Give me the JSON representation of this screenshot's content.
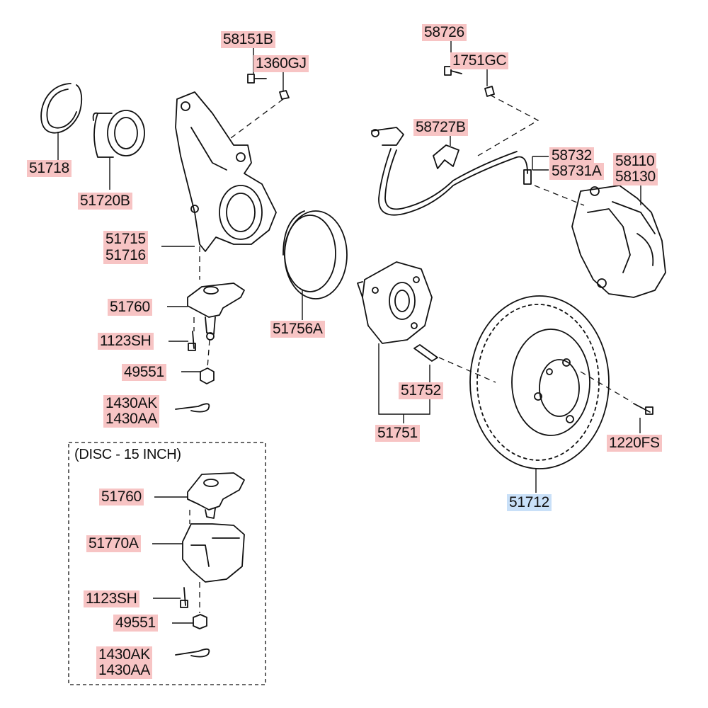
{
  "section_caption": "(DISC - 15 INCH)",
  "highlight_color": "#c9e0f8",
  "label_color": "#f7c4c4",
  "labels": {
    "p58151B": "58151B",
    "p1360GJ": "1360GJ",
    "p58726": "58726",
    "p1751GC": "1751GC",
    "p51718": "51718",
    "p51720B": "51720B",
    "p58727B": "58727B",
    "p58732": "58732",
    "p58731A": "58731A",
    "p58110": "58110",
    "p58130": "58130",
    "p51715": "51715",
    "p51716": "51716",
    "p51760": "51760",
    "p51756A": "51756A",
    "p1123SH": "1123SH",
    "p49551": "49551",
    "p51752": "51752",
    "p1430AK": "1430AK",
    "p1430AA": "1430AA",
    "p51751": "51751",
    "p1220FS": "1220FS",
    "p51712": "51712",
    "p51760b": "51760",
    "p51770A": "51770A",
    "p1123SHb": "1123SH",
    "p49551b": "49551",
    "p1430AKb": "1430AK",
    "p1430AAb": "1430AA"
  }
}
